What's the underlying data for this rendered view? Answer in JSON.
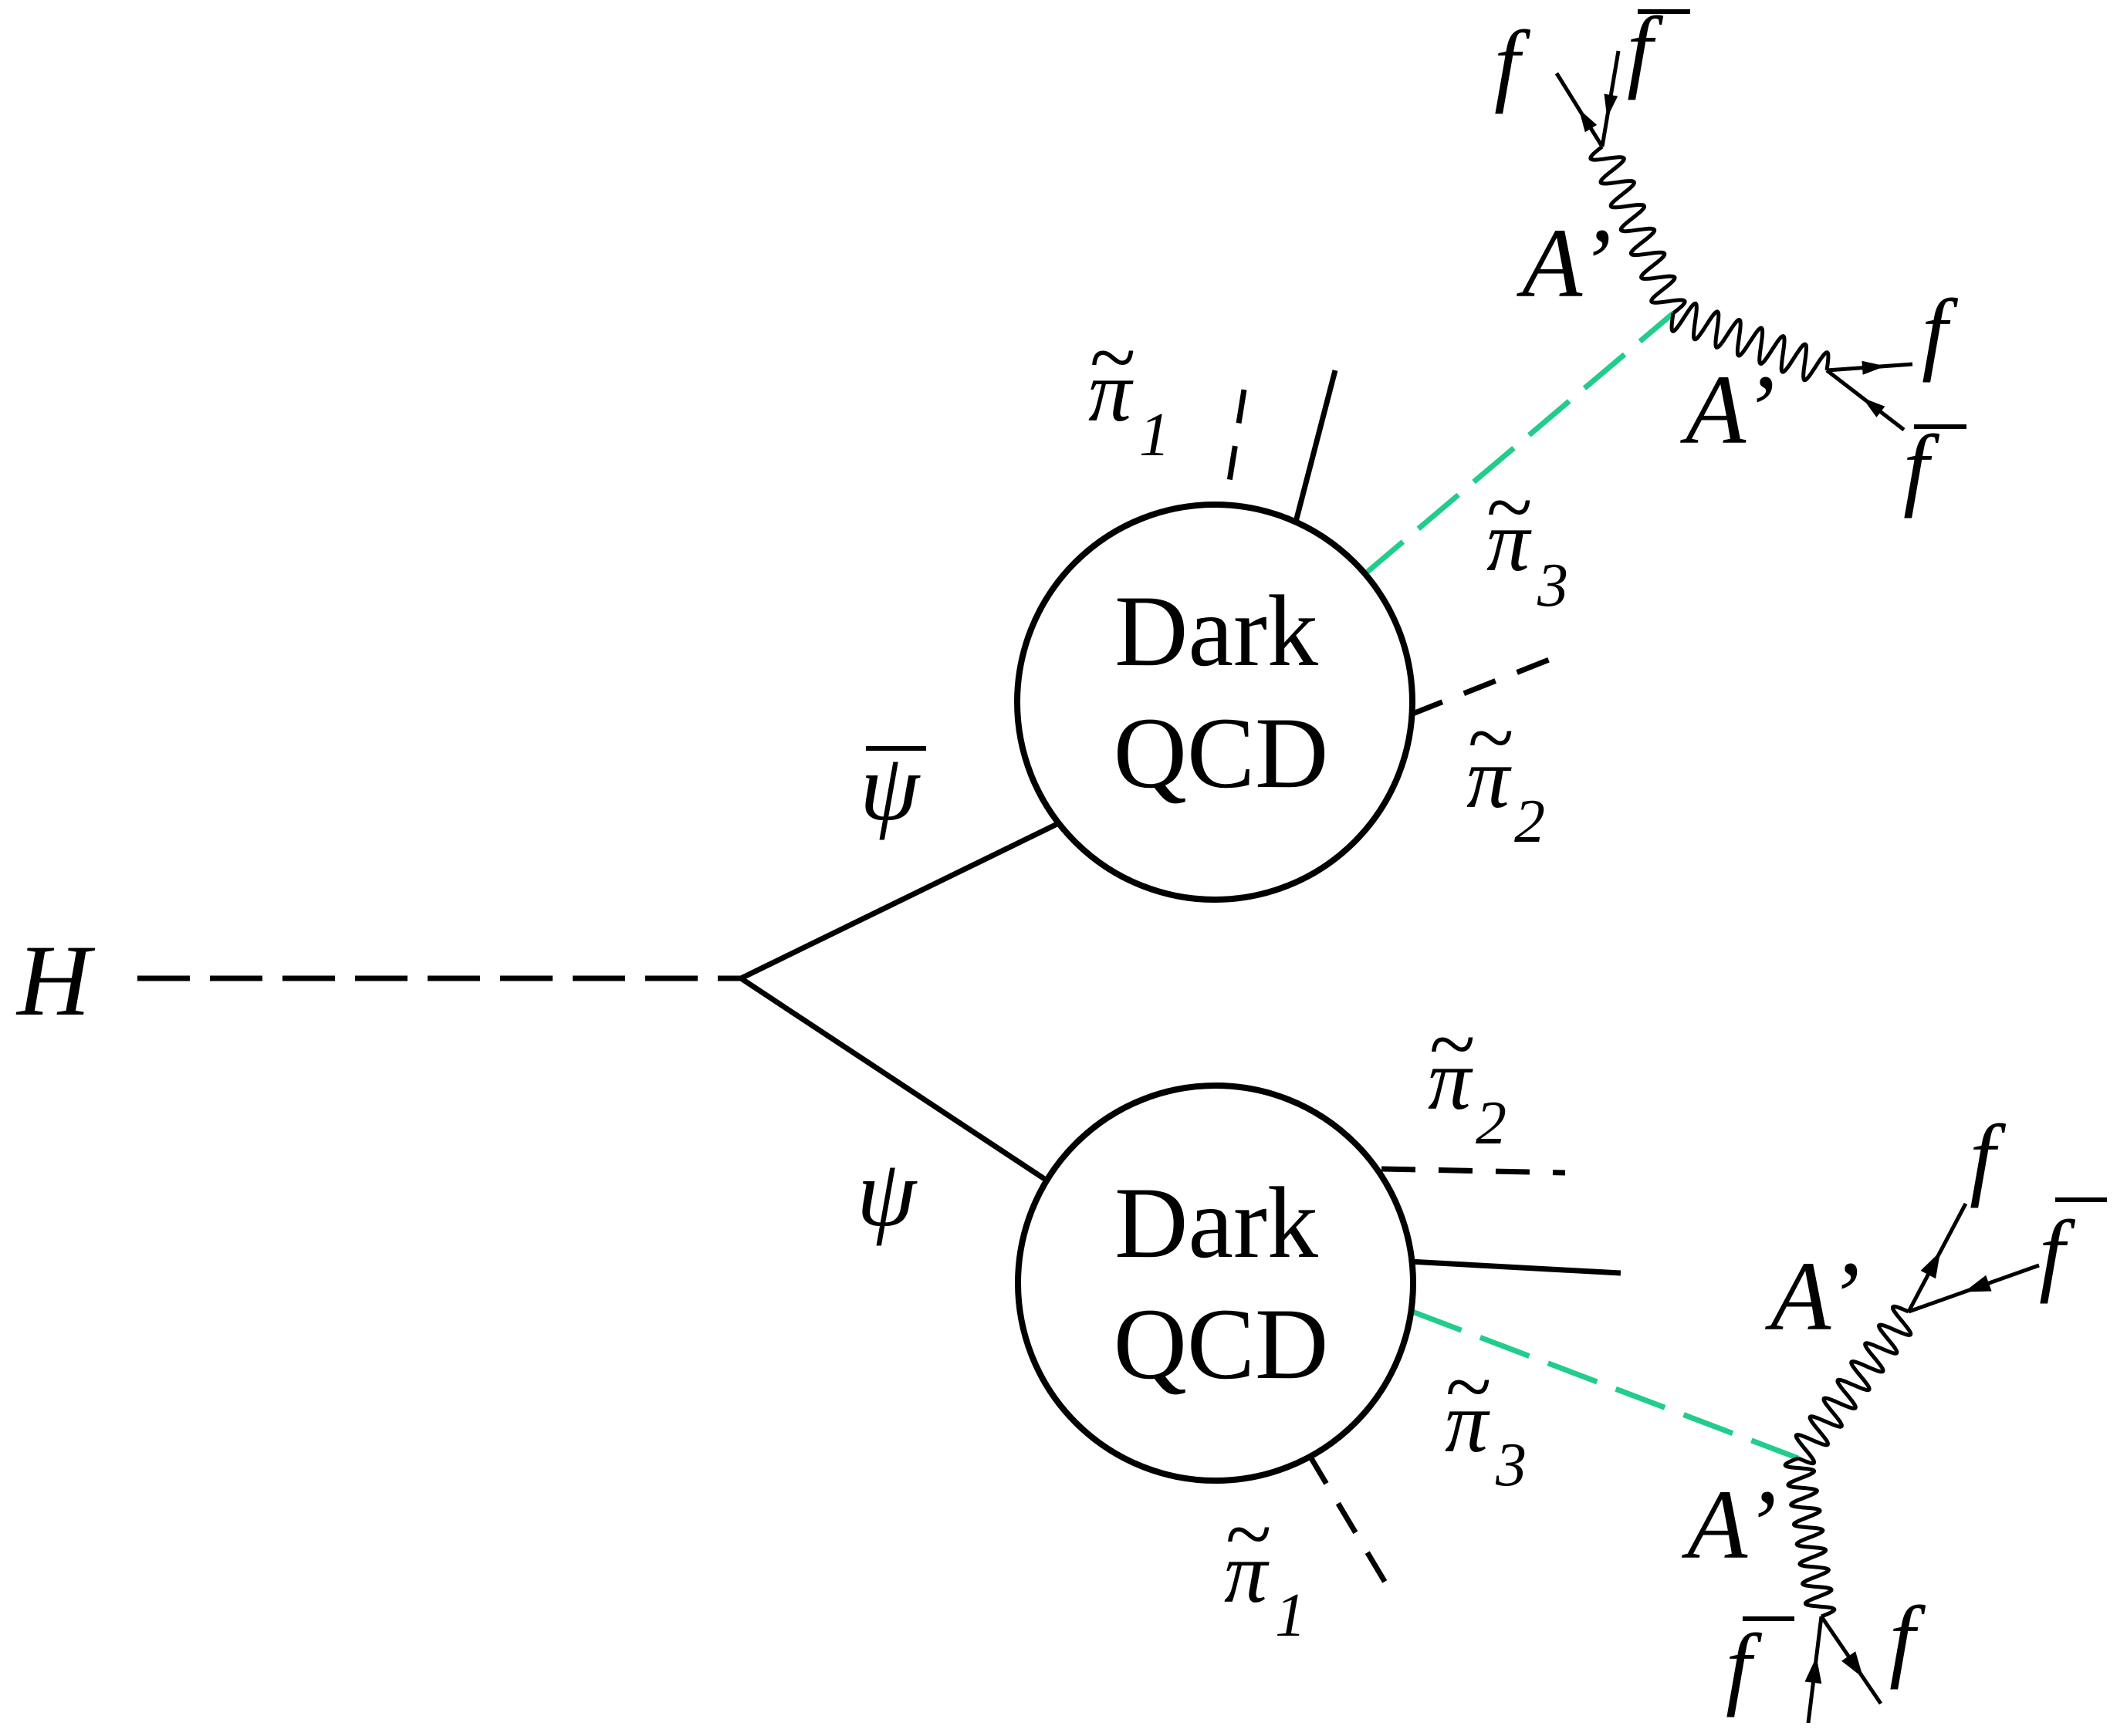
{
  "figure": {
    "description": "Feynman-style diagram: Higgs decay to dark quarks, dark QCD showering into dark pions, with pi3 decaying via dark photons A' to fermion pairs",
    "colors": {
      "line": "#000000",
      "pi3_highlight": "#21cc8c",
      "background": "#ffffff"
    }
  },
  "labels": {
    "higgs": "H",
    "psi_bar": "ψ",
    "psi": "ψ",
    "blob_upper": {
      "line1": "Dark",
      "line2": "QCD"
    },
    "blob_lower": {
      "line1": "Dark",
      "line2": "QCD"
    },
    "pi_symbol": "π",
    "tilde": "~",
    "pi_upper": {
      "pi1_sub": "1",
      "pi2_sub": "2",
      "pi3_sub": "3"
    },
    "pi_lower": {
      "pi1_sub": "1",
      "pi2_sub": "2",
      "pi3_sub": "3"
    },
    "dark_photon": "A’",
    "fermion": "f",
    "antifermion": "f"
  },
  "particles": {
    "higgs_line": "dashed",
    "dark_quarks": [
      "ψ̄",
      "ψ"
    ],
    "upper_shower": [
      "π̃1",
      "π̃2",
      "π̃3",
      "jet"
    ],
    "lower_shower": [
      "π̃1",
      "π̃2",
      "π̃3",
      "jet"
    ],
    "pi3_decay": [
      "A’",
      "A’"
    ],
    "A_prime_decay": [
      "f",
      "f̄"
    ]
  }
}
